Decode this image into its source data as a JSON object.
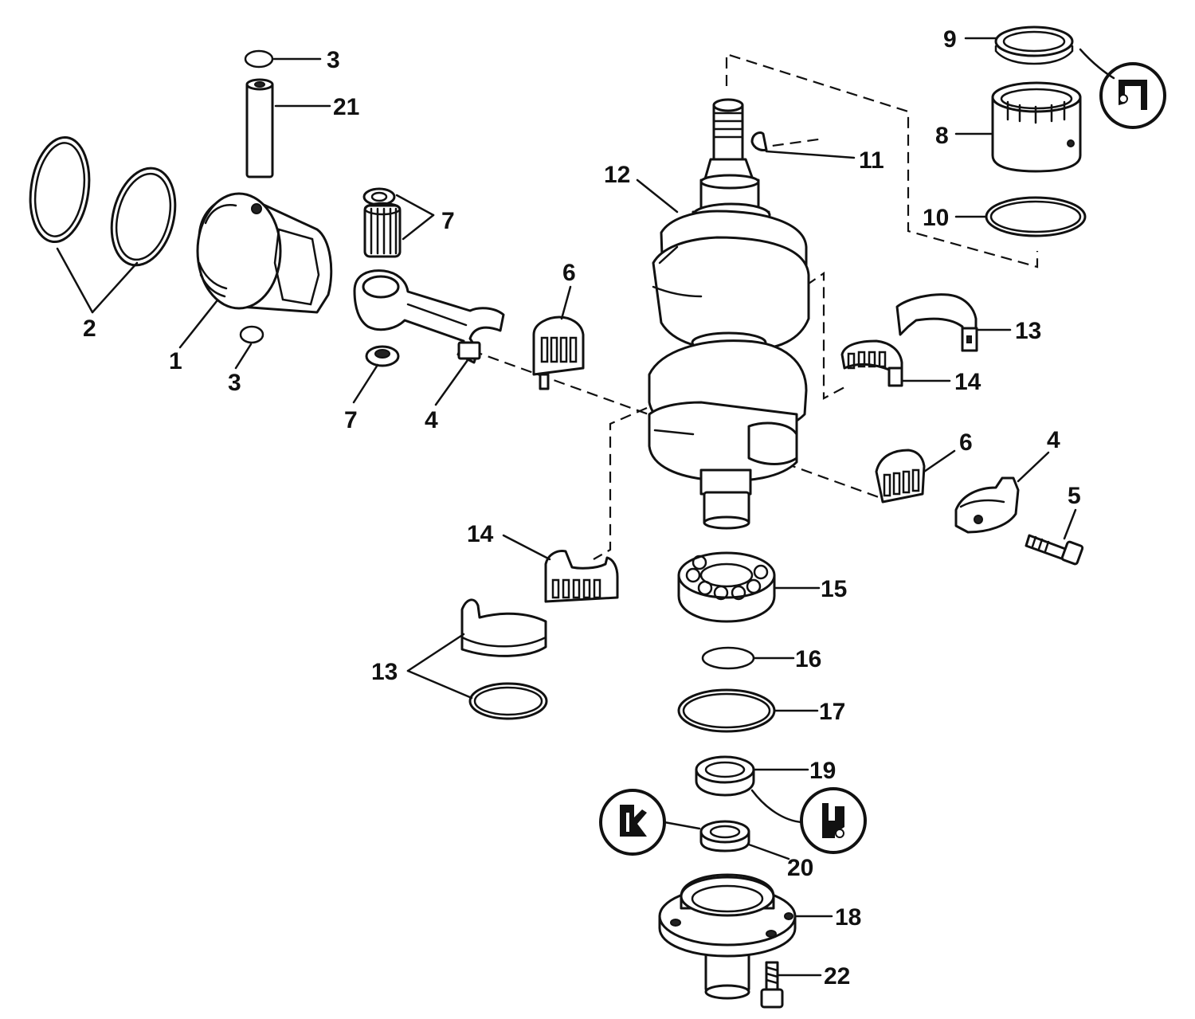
{
  "callouts": [
    {
      "id": "c1",
      "number": "1"
    },
    {
      "id": "c2",
      "number": "2"
    },
    {
      "id": "c3a",
      "number": "3"
    },
    {
      "id": "c3b",
      "number": "3"
    },
    {
      "id": "c4a",
      "number": "4"
    },
    {
      "id": "c4b",
      "number": "4"
    },
    {
      "id": "c5",
      "number": "5"
    },
    {
      "id": "c6a",
      "number": "6"
    },
    {
      "id": "c6b",
      "number": "6"
    },
    {
      "id": "c7a",
      "number": "7"
    },
    {
      "id": "c7b",
      "number": "7"
    },
    {
      "id": "c8",
      "number": "8"
    },
    {
      "id": "c9",
      "number": "9"
    },
    {
      "id": "c10",
      "number": "10"
    },
    {
      "id": "c11",
      "number": "11"
    },
    {
      "id": "c12",
      "number": "12"
    },
    {
      "id": "c13a",
      "number": "13"
    },
    {
      "id": "c13b",
      "number": "13"
    },
    {
      "id": "c14a",
      "number": "14"
    },
    {
      "id": "c14b",
      "number": "14"
    },
    {
      "id": "c15",
      "number": "15"
    },
    {
      "id": "c16",
      "number": "16"
    },
    {
      "id": "c17",
      "number": "17"
    },
    {
      "id": "c18",
      "number": "18"
    },
    {
      "id": "c19",
      "number": "19"
    },
    {
      "id": "c20",
      "number": "20"
    },
    {
      "id": "c21",
      "number": "21"
    },
    {
      "id": "c22",
      "number": "22"
    }
  ],
  "icons": [
    "seal-lip-symbol-icon",
    "seal-lip-symbol-icon",
    "seal-lip-symbol-icon"
  ],
  "colors": {
    "ink": "#111111",
    "paper": "#ffffff"
  }
}
